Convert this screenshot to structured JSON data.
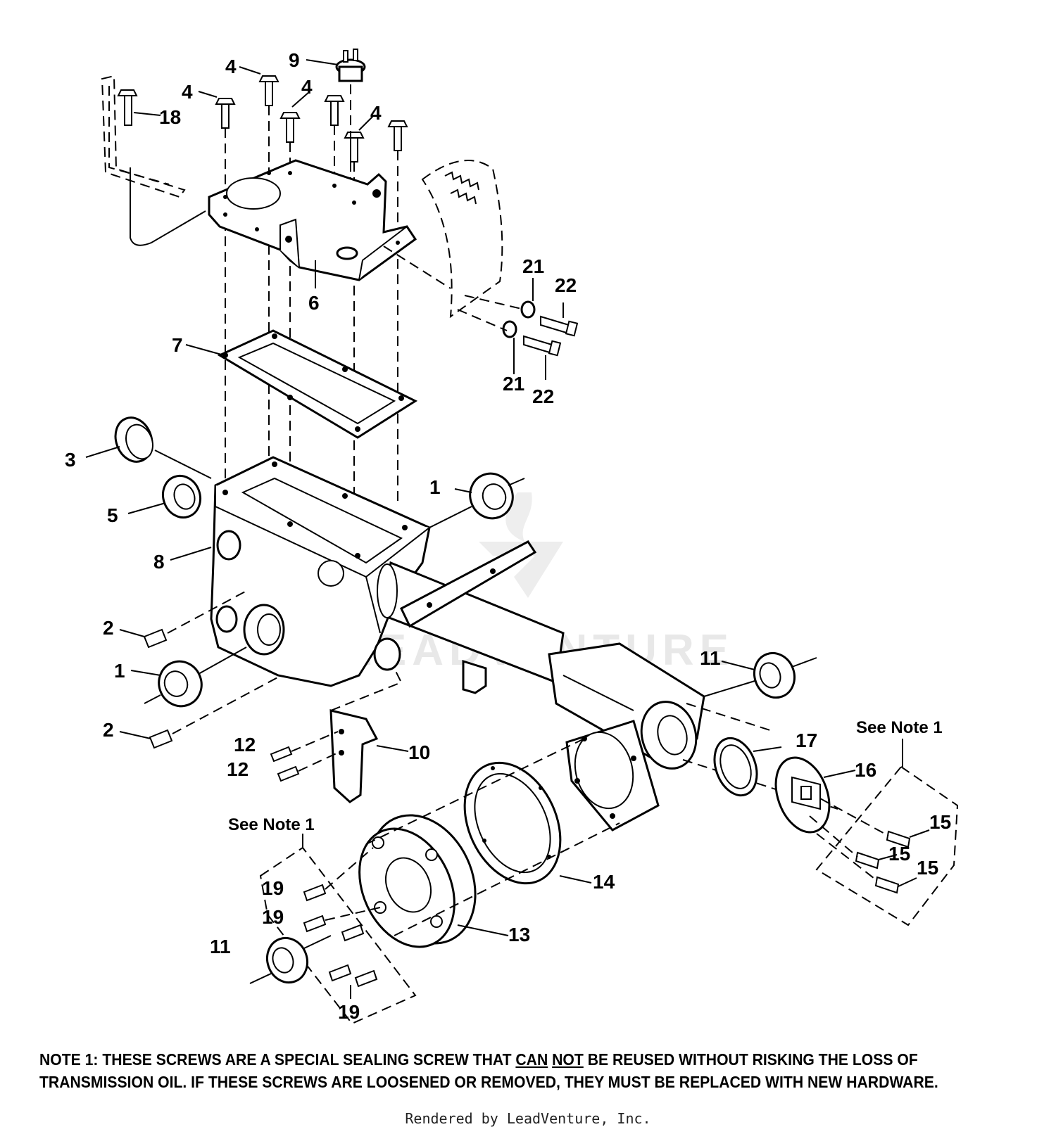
{
  "watermark": "LEADVENTURE",
  "callouts": [
    {
      "id": "c1",
      "label": "1"
    },
    {
      "id": "c1b",
      "label": "1"
    },
    {
      "id": "c2",
      "label": "2"
    },
    {
      "id": "c2b",
      "label": "2"
    },
    {
      "id": "c3",
      "label": "3"
    },
    {
      "id": "c4a",
      "label": "4"
    },
    {
      "id": "c4b",
      "label": "4"
    },
    {
      "id": "c4c",
      "label": "4"
    },
    {
      "id": "c4d",
      "label": "4"
    },
    {
      "id": "c5",
      "label": "5"
    },
    {
      "id": "c6",
      "label": "6"
    },
    {
      "id": "c7",
      "label": "7"
    },
    {
      "id": "c8",
      "label": "8"
    },
    {
      "id": "c9",
      "label": "9"
    },
    {
      "id": "c10",
      "label": "10"
    },
    {
      "id": "c11a",
      "label": "11"
    },
    {
      "id": "c11b",
      "label": "11"
    },
    {
      "id": "c12a",
      "label": "12"
    },
    {
      "id": "c12b",
      "label": "12"
    },
    {
      "id": "c13",
      "label": "13"
    },
    {
      "id": "c14",
      "label": "14"
    },
    {
      "id": "c15a",
      "label": "15"
    },
    {
      "id": "c15b",
      "label": "15"
    },
    {
      "id": "c15c",
      "label": "15"
    },
    {
      "id": "c16",
      "label": "16"
    },
    {
      "id": "c17",
      "label": "17"
    },
    {
      "id": "c18",
      "label": "18"
    },
    {
      "id": "c19a",
      "label": "19"
    },
    {
      "id": "c19b",
      "label": "19"
    },
    {
      "id": "c19c",
      "label": "19"
    },
    {
      "id": "c21a",
      "label": "21"
    },
    {
      "id": "c21b",
      "label": "21"
    },
    {
      "id": "c22a",
      "label": "22"
    },
    {
      "id": "c22b",
      "label": "22"
    }
  ],
  "see_note_right": "See Note 1",
  "see_note_left": "See Note 1",
  "note": {
    "prefix": "NOTE 1",
    "text_before": ": THESE SCREWS ARE A SPECIAL SEALING SCREW THAT ",
    "can": "CAN",
    "not": "NOT",
    "text_after": " BE REUSED WITHOUT RISKING THE LOSS OF TRANSMISSION OIL.  IF THESE SCREWS ARE LOOSENED OR REMOVED, THEY MUST BE REPLACED WITH NEW HARDWARE."
  },
  "render_credit": "Rendered by LeadVenture, Inc."
}
